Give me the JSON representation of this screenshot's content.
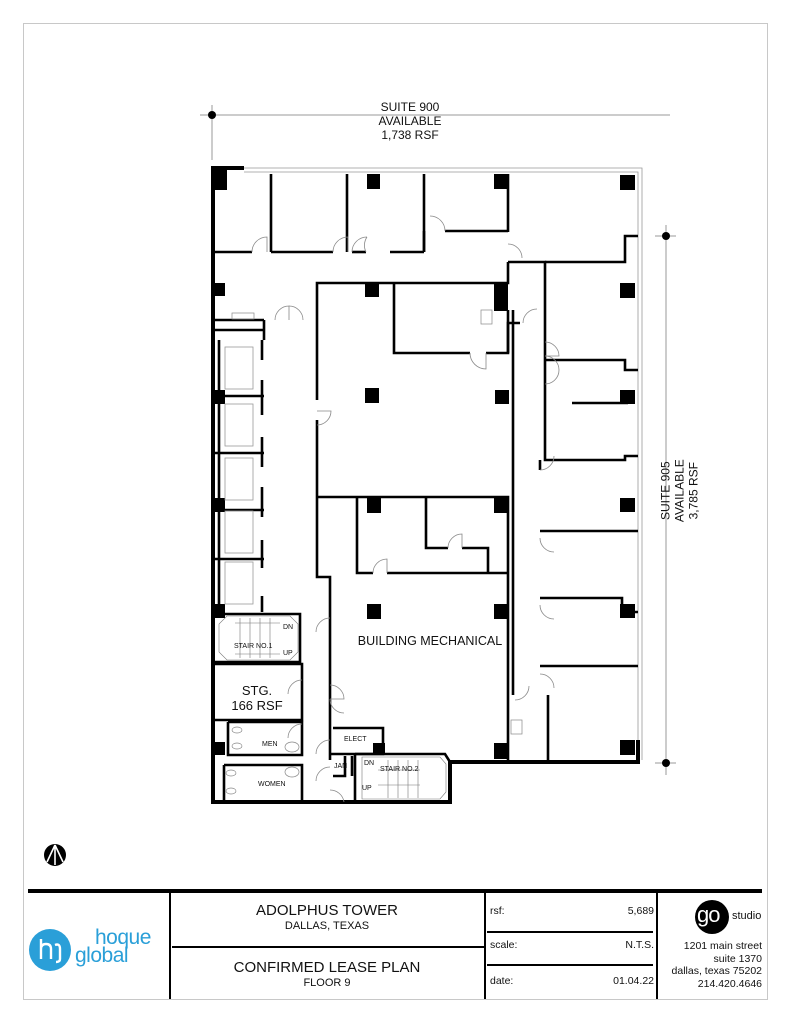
{
  "labels": {
    "suite_900": {
      "line1": "SUITE  900",
      "line2": "AVAILABLE",
      "line3": "1,738 RSF"
    },
    "suite_905": {
      "line1": "SUITE 905",
      "line2": "AVAILABLE",
      "line3": "3,785 RSF"
    },
    "building_mechanical": "BUILDING MECHANICAL",
    "storage": {
      "line1": "STG.",
      "line2": "166 RSF"
    },
    "stair_1": "STAIR NO.1",
    "stair_1_dn": "DN",
    "stair_1_up": "UP",
    "stair_2": "STAIR NO.2",
    "stair_2_dn": "DN",
    "stair_2_up": "UP",
    "men": "MEN",
    "women": "WOMEN",
    "elect": "ELECT",
    "jan": "JAN"
  },
  "title_block": {
    "client_logo": {
      "line1": "hoque",
      "line2": "global",
      "monogram": "hg",
      "color": "#2a9fd8"
    },
    "project_name": "ADOLPHUS TOWER",
    "project_location": "DALLAS, TEXAS",
    "plan_title": "CONFIRMED LEASE PLAN",
    "plan_floor": "FLOOR 9",
    "fields": [
      {
        "label": "rsf:",
        "value": "5,689"
      },
      {
        "label": "scale:",
        "value": "N.T.S."
      },
      {
        "label": "date:",
        "value": "01.04.22"
      }
    ],
    "studio": {
      "logo_mark": "go",
      "logo_word": "studio",
      "address_line1": "1201 main street",
      "address_line2": "suite 1370",
      "address_line3": "dallas, texas 75202",
      "phone": "214.420.4646"
    }
  },
  "north_arrow": {
    "icon": "north-arrow-icon"
  }
}
